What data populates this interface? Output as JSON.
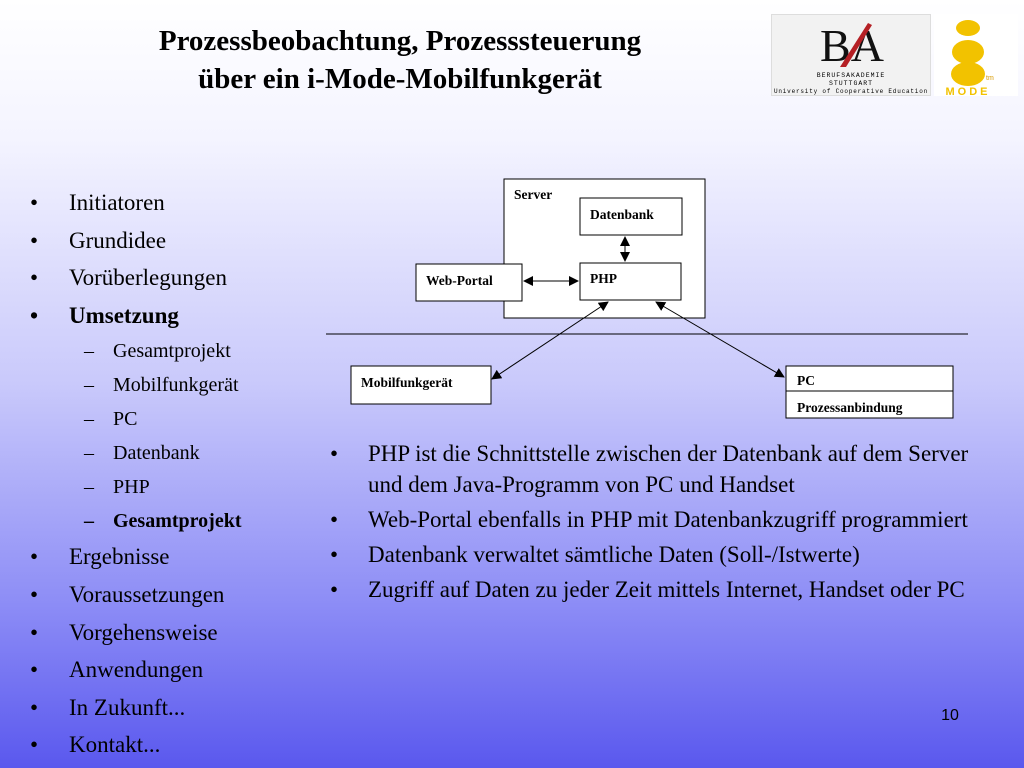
{
  "title": {
    "line1": "Prozessbeobachtung, Prozesssteuerung",
    "line2": "über ein i-Mode-Mobilfunkgerät"
  },
  "logos": {
    "ba": {
      "mark": "BA",
      "line1": "BERUFSAKADEMIE",
      "line2": "STUTTGART",
      "line3": "University of Cooperative Education"
    },
    "imode": {
      "word": "MODE",
      "tm": "tm"
    }
  },
  "agenda": [
    {
      "label": "Initiatoren",
      "level": 1,
      "bold": false
    },
    {
      "label": "Grundidee",
      "level": 1,
      "bold": false
    },
    {
      "label": "Vorüberlegungen",
      "level": 1,
      "bold": false
    },
    {
      "label": "Umsetzung",
      "level": 1,
      "bold": true
    },
    {
      "label": "Gesamtprojekt",
      "level": 2,
      "bold": false
    },
    {
      "label": "Mobilfunkgerät",
      "level": 2,
      "bold": false
    },
    {
      "label": "PC",
      "level": 2,
      "bold": false
    },
    {
      "label": "Datenbank",
      "level": 2,
      "bold": false
    },
    {
      "label": "PHP",
      "level": 2,
      "bold": false
    },
    {
      "label": "Gesamtprojekt",
      "level": 2,
      "bold": true
    },
    {
      "label": "Ergebnisse",
      "level": 1,
      "bold": false
    },
    {
      "label": "Voraussetzungen",
      "level": 1,
      "bold": false
    },
    {
      "label": "Vorgehensweise",
      "level": 1,
      "bold": false
    },
    {
      "label": "Anwendungen",
      "level": 1,
      "bold": false
    },
    {
      "label": "In Zukunft...",
      "level": 1,
      "bold": false
    },
    {
      "label": "Kontakt...",
      "level": 1,
      "bold": false
    }
  ],
  "diagram": {
    "server": "Server",
    "datenbank": "Datenbank",
    "php": "PHP",
    "webportal": "Web-Portal",
    "mobil": "Mobilfunkgerät",
    "pc": "PC",
    "prozess": "Prozessanbindung"
  },
  "points": [
    "PHP ist die Schnittstelle zwischen der Datenbank auf dem Server und dem Java-Programm von PC und Handset",
    "Web-Portal ebenfalls in PHP mit Datenbankzugriff programmiert",
    "Datenbank verwaltet sämtliche Daten (Soll-/Istwerte)",
    "Zugriff auf Daten zu jeder Zeit mittels Internet, Handset oder PC"
  ],
  "page_number": "10",
  "colors": {
    "background_top": "#ffffff",
    "background_bottom": "#5a58ee",
    "ba_red": "#b52025",
    "imode_yellow": "#f2c200"
  }
}
